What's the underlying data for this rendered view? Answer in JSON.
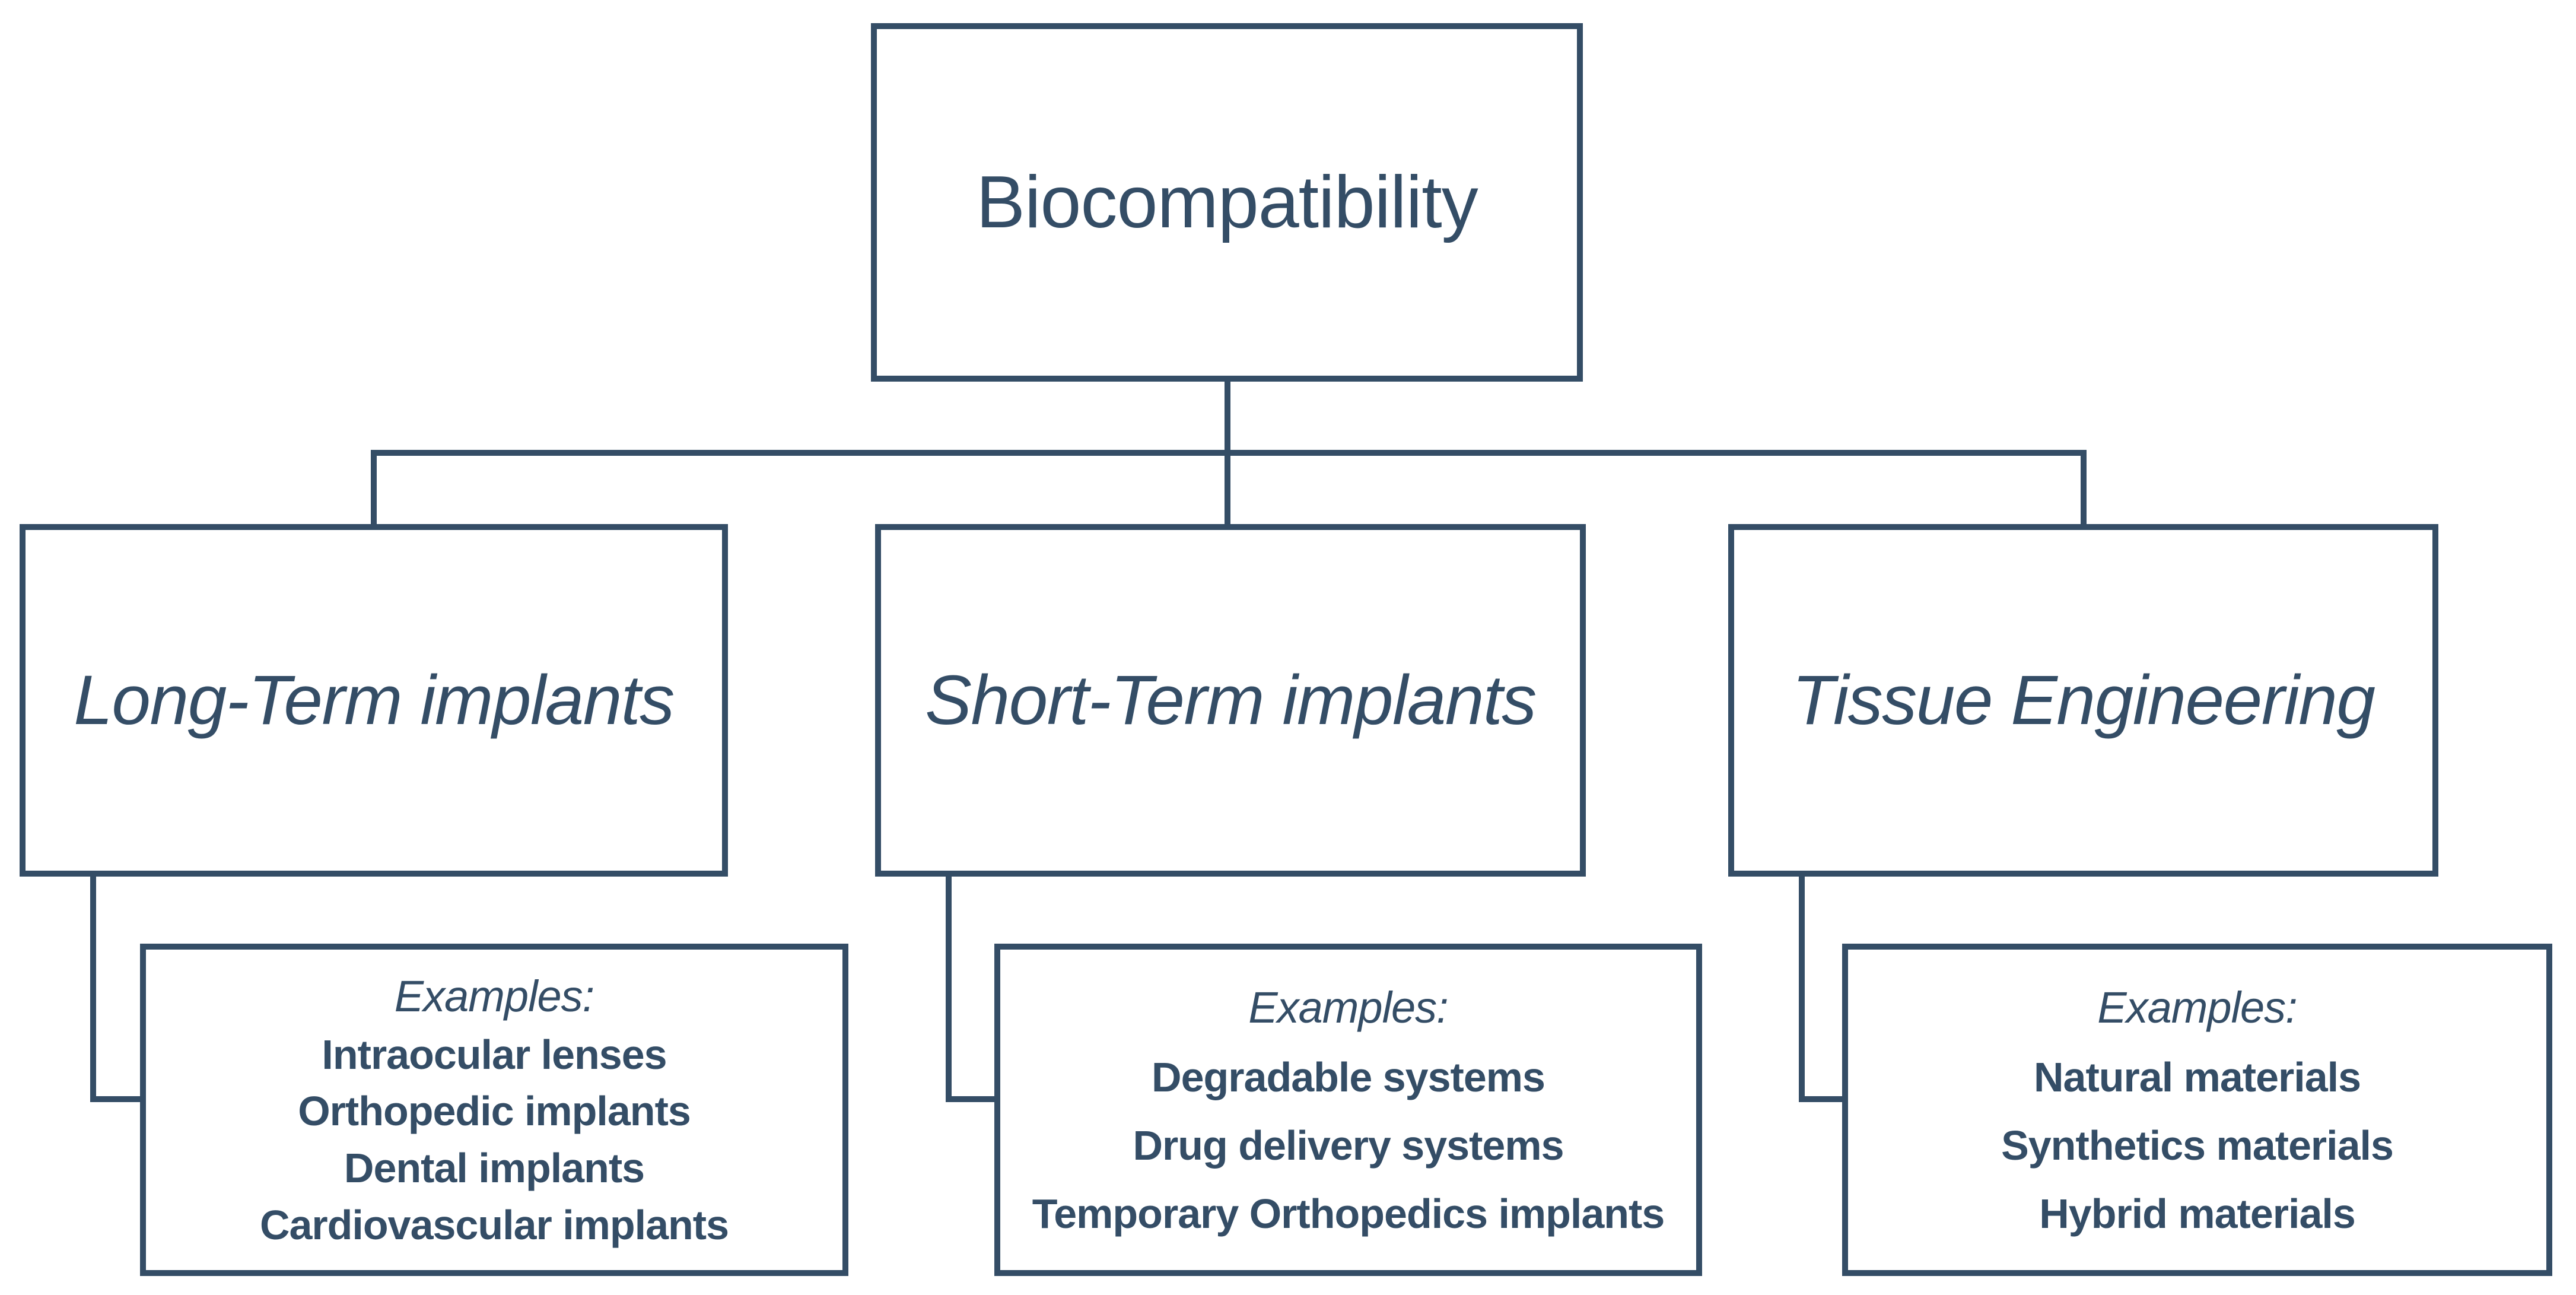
{
  "root": {
    "label": "Biocompatibility"
  },
  "columns": [
    {
      "label": "Long-Term implants",
      "examples_heading": "Examples:",
      "items": [
        "Intraocular lenses",
        "Orthopedic implants",
        "Dental implants",
        "Cardiovascular implants"
      ]
    },
    {
      "label": "Short-Term implants",
      "examples_heading": "Examples:",
      "items": [
        "Degradable systems",
        "Drug delivery systems",
        "Temporary Orthopedics implants"
      ]
    },
    {
      "label": "Tissue Engineering",
      "examples_heading": "Examples:",
      "items": [
        "Natural materials",
        "Synthetics materials",
        "Hybrid materials"
      ]
    }
  ],
  "colors": {
    "stroke": "#344D66",
    "background": "#FFFFFF"
  }
}
